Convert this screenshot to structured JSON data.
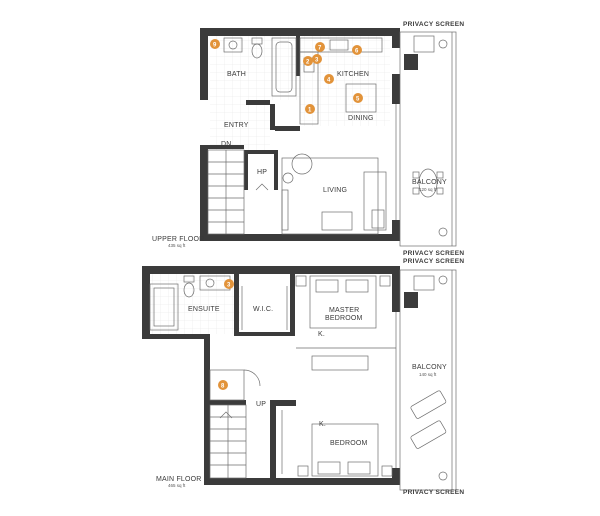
{
  "upper": {
    "rooms": {
      "bath": "BATH",
      "kitchen": "KITCHEN",
      "entry": "ENTRY",
      "dining": "DINING",
      "hp": "HP",
      "living": "LIVING",
      "dn": "DN"
    },
    "balcony": {
      "label": "BALCONY",
      "area": "120 sq ft"
    },
    "privacy_top": "PRIVACY SCREEN",
    "privacy_bottom": "PRIVACY SCREEN",
    "floor": {
      "label": "UPPER FLOOR",
      "area": "435 sq ft"
    }
  },
  "main": {
    "rooms": {
      "ensuite": "ENSUITE",
      "wic": "W.I.C.",
      "master": "MASTER",
      "master2": "BEDROOM",
      "bedroom": "BEDROOM",
      "up": "UP",
      "k1": "K.",
      "k2": "K."
    },
    "balcony": {
      "label": "BALCONY",
      "area": "140 sq ft"
    },
    "privacy_top": "PRIVACY SCREEN",
    "privacy_bottom": "PRIVACY SCREEN",
    "floor": {
      "label": "MAIN FLOOR",
      "area": "465 sq ft"
    }
  },
  "badges": {
    "b1": "1",
    "b2": "2",
    "b3": "3",
    "b4": "4",
    "b5": "5",
    "b6": "6",
    "b7": "7",
    "b8": "8",
    "b9": "9"
  },
  "colors": {
    "wall": "#3b3b3b",
    "badge": "#e2933a",
    "line": "#6d6d6d"
  }
}
